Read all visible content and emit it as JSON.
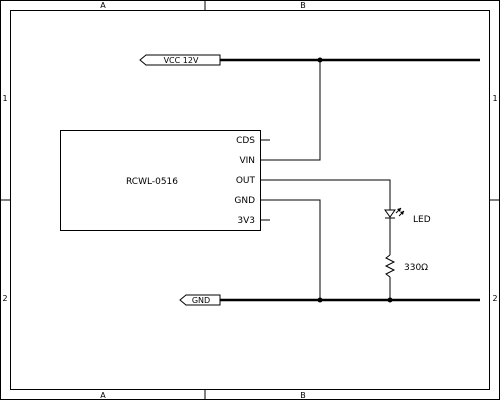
{
  "frame": {
    "columns": [
      "A",
      "B"
    ],
    "rows": [
      "1",
      "2"
    ]
  },
  "power": {
    "vcc_label": "VCC 12V",
    "gnd_label": "GND"
  },
  "component": {
    "name": "RCWL-0516",
    "pins": [
      "CDS",
      "VIN",
      "OUT",
      "GND",
      "3V3"
    ]
  },
  "led": {
    "label": "LED"
  },
  "resistor": {
    "label": "330Ω"
  }
}
